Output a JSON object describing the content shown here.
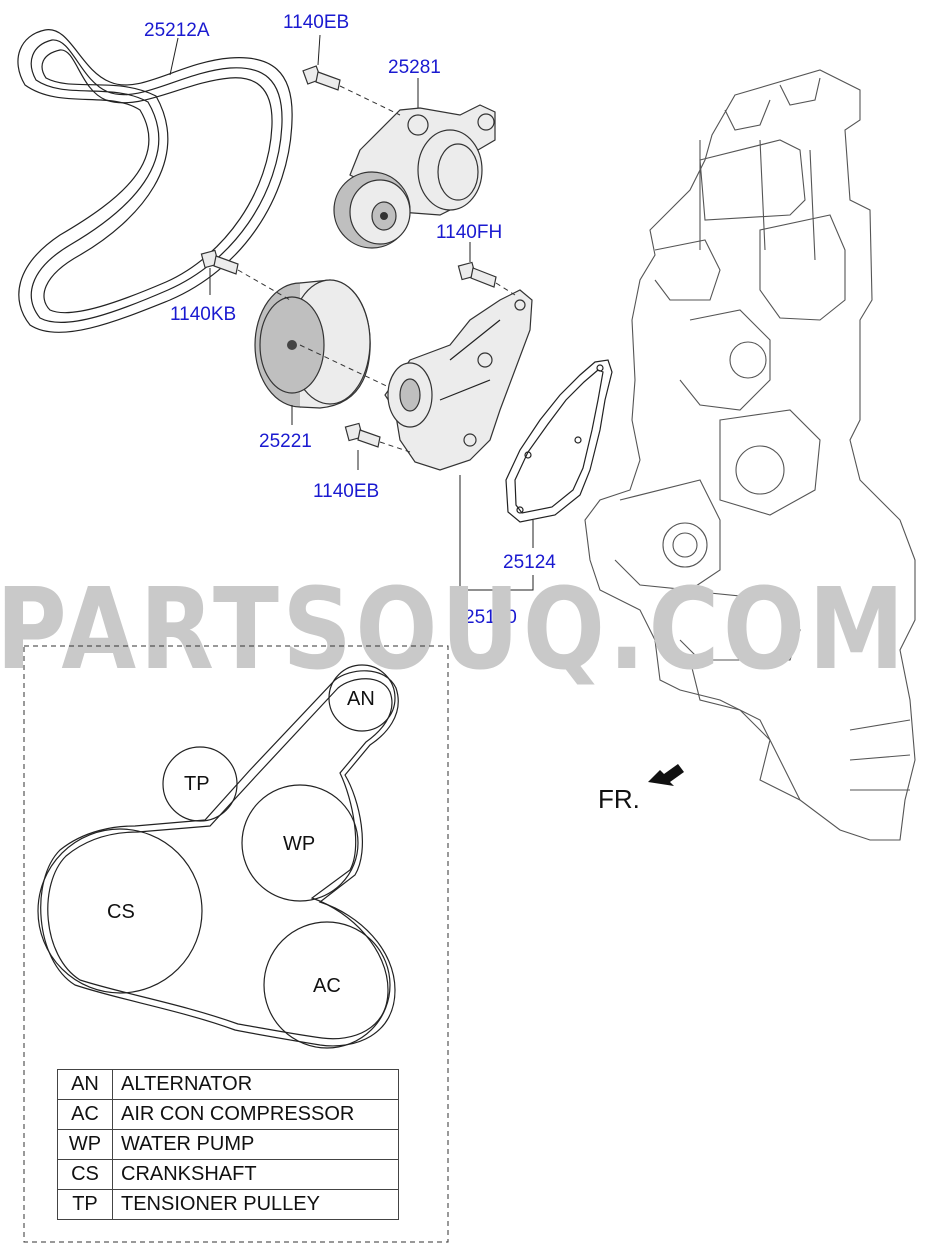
{
  "watermark": "PARTSOUQ.COM",
  "parts": [
    {
      "id": "belt",
      "number": "25212A"
    },
    {
      "id": "tensioner-bolt",
      "number": "1140EB"
    },
    {
      "id": "tensioner",
      "number": "25281"
    },
    {
      "id": "pump-stud",
      "number": "1140FH"
    },
    {
      "id": "pulley-bolt",
      "number": "1140KB"
    },
    {
      "id": "pulley",
      "number": "25221"
    },
    {
      "id": "pump-bolt",
      "number": "1140EB"
    },
    {
      "id": "gasket",
      "number": "25124"
    },
    {
      "id": "water-pump",
      "number": "25100"
    }
  ],
  "direction_label": "FR.",
  "belt_routing": {
    "pulleys": [
      {
        "code": "AN"
      },
      {
        "code": "TP"
      },
      {
        "code": "WP"
      },
      {
        "code": "CS"
      },
      {
        "code": "AC"
      }
    ]
  },
  "legend": [
    {
      "code": "AN",
      "description": "ALTERNATOR"
    },
    {
      "code": "AC",
      "description": "AIR CON COMPRESSOR"
    },
    {
      "code": "WP",
      "description": "WATER PUMP"
    },
    {
      "code": "CS",
      "description": "CRANKSHAFT"
    },
    {
      "code": "TP",
      "description": "TENSIONER PULLEY"
    }
  ],
  "colors": {
    "part_label": "#1a1ad0",
    "watermark": "#c9c9c9",
    "line": "#222222"
  }
}
